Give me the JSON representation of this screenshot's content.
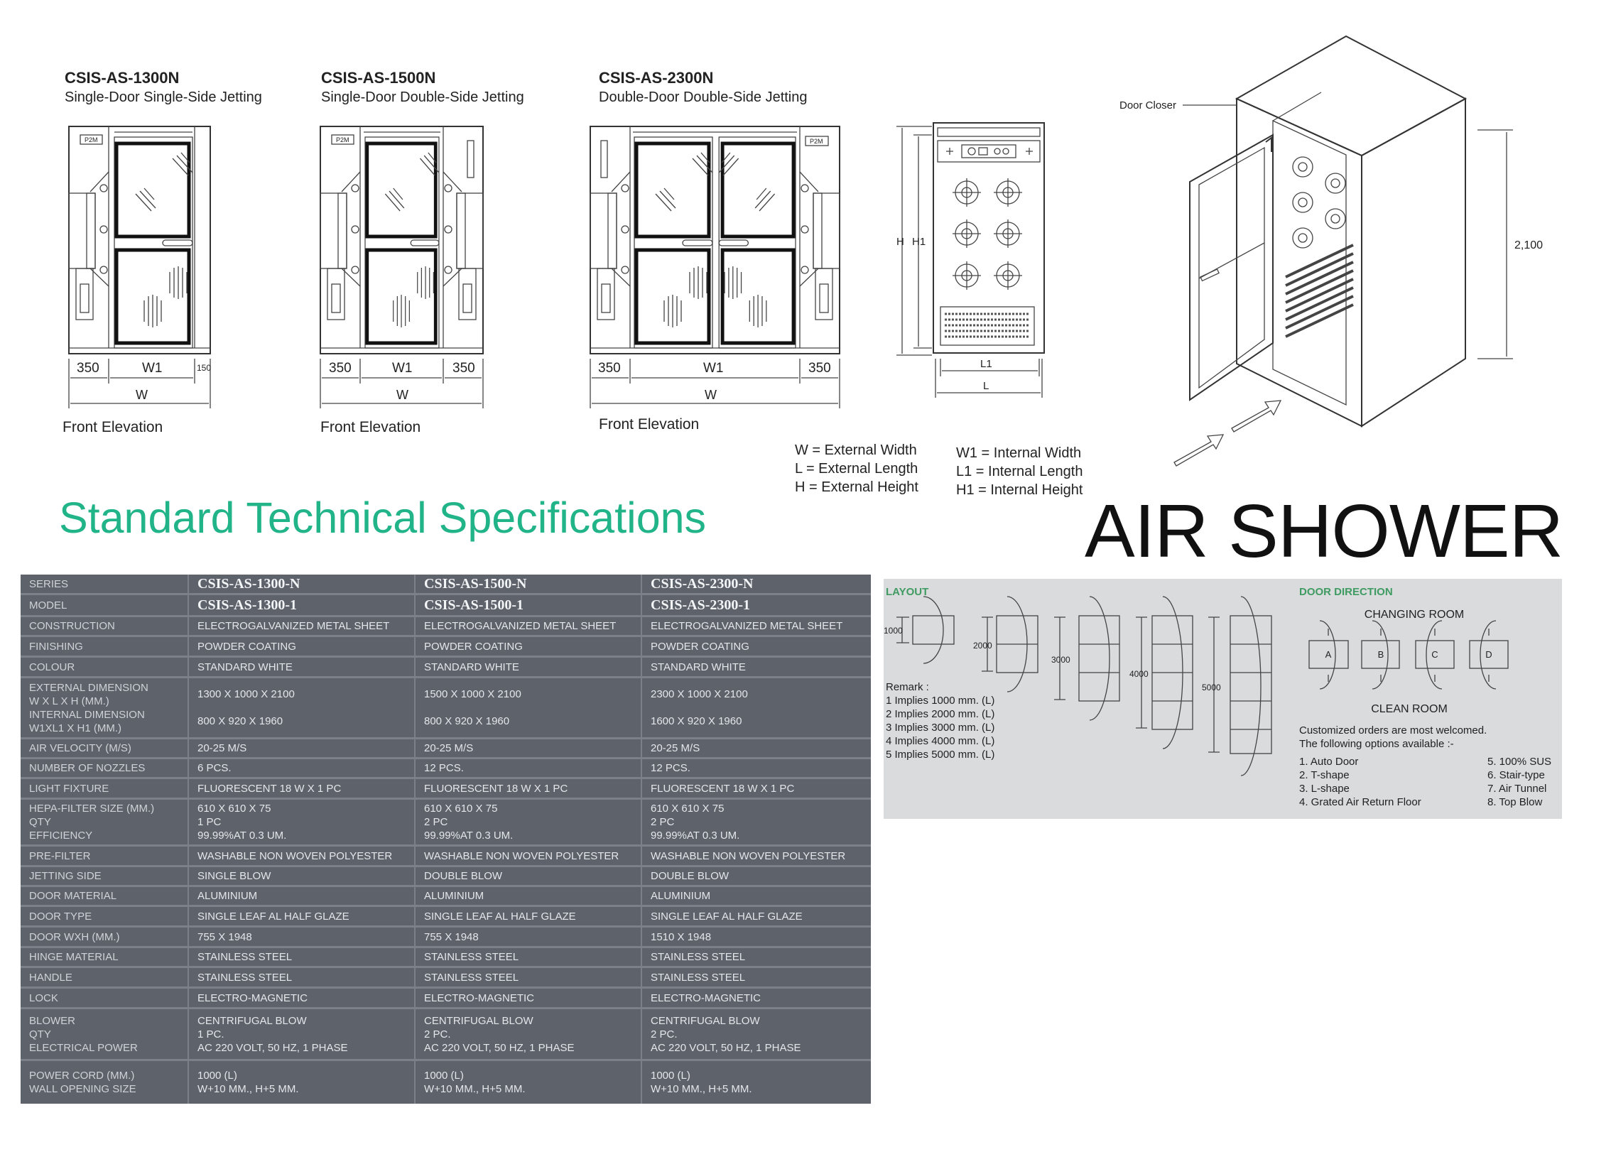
{
  "products": [
    {
      "code": "CSIS-AS-1300N",
      "desc": "Single-Door Single-Side Jetting"
    },
    {
      "code": "CSIS-AS-1500N",
      "desc": "Single-Door Double-Side Jetting"
    },
    {
      "code": "CSIS-AS-2300N",
      "desc": "Double-Door Double-Side Jetting"
    }
  ],
  "elevation": {
    "label": "Front Elevation",
    "p2m": "P2M",
    "w": "W",
    "dims": [
      [
        "350",
        "W1",
        "150"
      ],
      [
        "350",
        "W1",
        "350"
      ],
      [
        "350",
        "W1",
        "350"
      ]
    ]
  },
  "side_view": {
    "h": "H",
    "h1": "H1",
    "l1": "L1",
    "l": "L"
  },
  "iso_view": {
    "door_closer": "Door Closer",
    "height": "2,100"
  },
  "legend": {
    "left": [
      "W = External Width",
      "L = External Length",
      "H = External Height"
    ],
    "right": [
      "W1 = Internal Width",
      "L1 = Internal Length",
      "H1 = Internal Height"
    ]
  },
  "heading": "Standard Technical Specifications",
  "product_title": "AIR SHOWER",
  "table": {
    "rows": [
      {
        "label": "SERIES",
        "values": [
          "CSIS-AS-1300-N",
          "CSIS-AS-1500-N",
          "CSIS-AS-2300-N"
        ]
      },
      {
        "label": "MODEL",
        "values": [
          "CSIS-AS-1300-1",
          "CSIS-AS-1500-1",
          "CSIS-AS-2300-1"
        ]
      },
      {
        "label": "CONSTRUCTION",
        "values": [
          "ELECTROGALVANIZED METAL SHEET",
          "ELECTROGALVANIZED METAL SHEET",
          "ELECTROGALVANIZED METAL SHEET"
        ]
      },
      {
        "label": "FINISHING",
        "values": [
          "POWDER COATING",
          "POWDER COATING",
          "POWDER COATING"
        ]
      },
      {
        "label": "COLOUR",
        "values": [
          "STANDARD WHITE",
          "STANDARD WHITE",
          "STANDARD WHITE"
        ]
      },
      {
        "label": "EXTERNAL DIMENSION\nW x L x H (MM.)\nINTERNAL DIMENSION\nW1XL1 x H1 (MM.)",
        "values": [
          "1300 x 1000 x 2100\n800 x 920 x 1960",
          "1500 x 1000 x 2100\n800 x 920 x 1960",
          "2300 x 1000 x 2100\n1600 x 920 x 1960"
        ]
      },
      {
        "label": "AIR VELOCITY (M/S)",
        "values": [
          "20-25 M/S",
          "20-25 M/S",
          "20-25 M/S"
        ]
      },
      {
        "label": "NUMBER OF NOZZLES",
        "values": [
          "6 PCS.",
          "12 PCS.",
          "12 PCS."
        ]
      },
      {
        "label": "LIGHT FIXTURE",
        "values": [
          "FLUORESCENT 18 W x 1 PC",
          "FLUORESCENT 18 W x 1 PC",
          "FLUORESCENT 18 W x 1 PC"
        ]
      },
      {
        "label": "HEPA-FILTER SIZE (MM.)\nQTY\nEFFICIENCY",
        "values": [
          "610 x 610 x 75\n1 PC\n99.99%AT 0.3 UM.",
          "610 x 610 x 75\n2 PC\n99.99%AT 0.3 UM.",
          "610 x 610 x 75\n2 PC\n99.99%AT 0.3 UM."
        ]
      },
      {
        "label": "PRE-FILTER",
        "values": [
          "WASHABLE NON WOVEN POLYESTER",
          "WASHABLE NON WOVEN POLYESTER",
          "WASHABLE NON WOVEN POLYESTER"
        ]
      },
      {
        "label": "JETTING SIDE",
        "values": [
          "SINGLE BLOW",
          "DOUBLE BLOW",
          "DOUBLE BLOW"
        ]
      },
      {
        "label": "DOOR MATERIAL",
        "values": [
          "ALUMINIUM",
          "ALUMINIUM",
          "ALUMINIUM"
        ]
      },
      {
        "label": "DOOR TYPE",
        "values": [
          "SINGLE LEAF AL HALF GLAZE",
          "SINGLE LEAF AL HALF GLAZE",
          "SINGLE LEAF AL HALF GLAZE"
        ]
      },
      {
        "label": "DOOR WXH (MM.)",
        "values": [
          "755 x 1948",
          "755 x 1948",
          "1510 x 1948"
        ]
      },
      {
        "label": "HINGE MATERIAL",
        "values": [
          "STAINLESS STEEL",
          "STAINLESS STEEL",
          "STAINLESS STEEL"
        ]
      },
      {
        "label": "HANDLE",
        "values": [
          "STAINLESS STEEL",
          "STAINLESS STEEL",
          "STAINLESS STEEL"
        ]
      },
      {
        "label": "LOCK",
        "values": [
          "ELECTRO-MAGNETIC",
          "ELECTRO-MAGNETIC",
          "ELECTRO-MAGNETIC"
        ]
      },
      {
        "label": "BLOWER\nQTY\nELECTRICAL POWER",
        "values": [
          "CENTRIFUGAL BLOW\n1 PC.\nAC 220 VOLT, 50 Hz, 1 PHASE",
          "CENTRIFUGAL BLOW\n2 PC.\nAC 220 VOLT, 50 Hz, 1 PHASE",
          "CENTRIFUGAL BLOW\n2 PC.\nAC 220 VOLT, 50 Hz, 1 PHASE"
        ]
      },
      {
        "label": "POWER CORD (MM.)\nWALL OPENING SIZE",
        "values": [
          "1000 (L)\nW+10 MM., H+5 MM.",
          "1000 (L)\nW+10 MM., H+5 MM.",
          "1000 (L)\nW+10 MM., H+5 MM."
        ]
      }
    ]
  },
  "layout_panel": {
    "title": "LAYOUT",
    "dims": [
      "1000",
      "2000",
      "3000",
      "4000",
      "5000"
    ],
    "remark_title": "Remark :",
    "remarks": [
      "1 Implies 1000 mm. (L)",
      "2 Implies 2000 mm. (L)",
      "3 Implies 3000 mm. (L)",
      "4 Implies 4000 mm. (L)",
      "5 Implies 5000 mm. (L)"
    ],
    "door_direction_title": "DOOR DIRECTION",
    "changing_room": "CHANGING ROOM",
    "clean_room": "CLEAN ROOM",
    "door_types": [
      "A",
      "B",
      "C",
      "D"
    ],
    "custom_note": [
      "Customized orders are most welcomed.",
      "The following options available  :-"
    ],
    "options_left": [
      "1. Auto Door",
      "2. T-shape",
      "3. L-shape",
      "4. Grated Air Return Floor"
    ],
    "options_right": [
      "5. 100% SUS",
      "6. Stair-type",
      "7. Air Tunnel",
      "8. Top Blow"
    ],
    "colors": {
      "title": "#3f9b62",
      "heading": "#22b489",
      "table_bg": "#5d626b"
    }
  }
}
